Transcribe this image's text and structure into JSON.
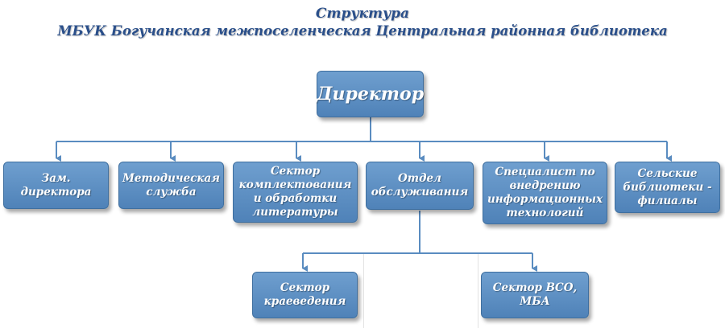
{
  "title": {
    "line1": "Структура",
    "line2": "МБУК Богучанская межпоселенческая Центральная районная библиотека"
  },
  "nodes": {
    "director": "Директор",
    "deputy": "Зам.\nдиректора",
    "method": "Методическая\nслужба",
    "acquisition": "Сектор\nкомплектования\nи обработки\nлитературы",
    "service": "Отдел\nобслуживания",
    "it": "Специалист по\nвнедрению\nинформационных\nтехнологий",
    "rural": "Сельские\nбиблиотеки -\nфилиалы",
    "local_history": "Сектор\nкраеведения",
    "vso": "Сектор ВСО,\nМБА"
  },
  "colors": {
    "box": "#5b8ec4",
    "connector": "#5a8cc0",
    "title": "#2a4f8a"
  }
}
